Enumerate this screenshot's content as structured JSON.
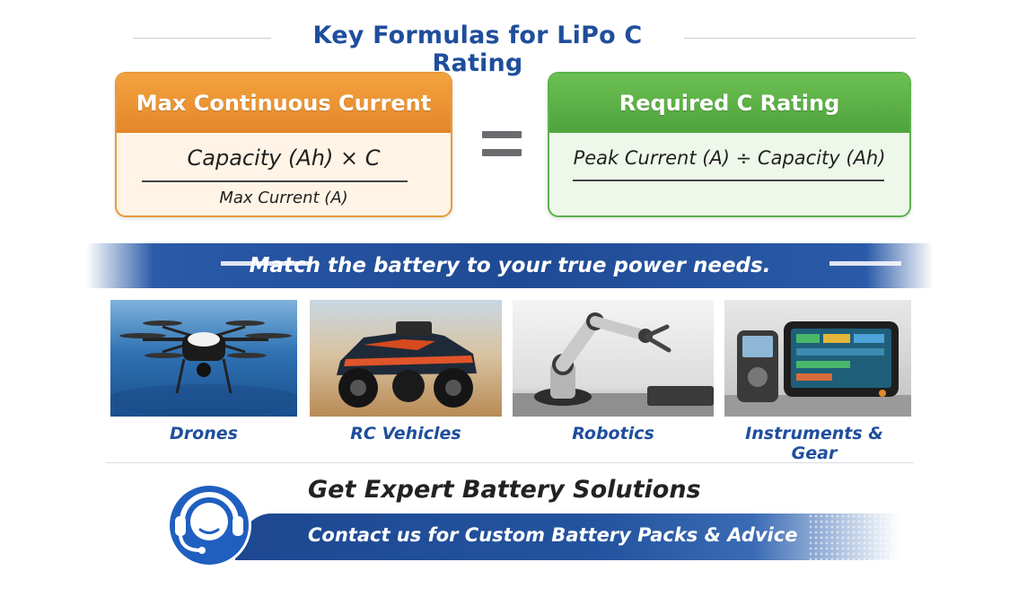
{
  "title": "Key Formulas for LiPo C Rating",
  "formula_left": {
    "heading": "Max Continuous Current",
    "numerator": "Capacity (Ah) × C",
    "denominator": "Max Current (A)"
  },
  "equals_symbol": "=",
  "formula_right": {
    "heading": "Required C Rating",
    "expression": "Peak Current (A) ÷ Capacity (Ah)"
  },
  "banner": {
    "tagline": "Match the battery to your true power needs."
  },
  "applications": [
    {
      "label": "Drones",
      "icon": "drone-image"
    },
    {
      "label": "RC Vehicles",
      "icon": "rc-car-image"
    },
    {
      "label": "Robotics",
      "icon": "robot-arm-image"
    },
    {
      "label": "Instruments & Gear",
      "icon": "instruments-image"
    }
  ],
  "contact": {
    "title": "Get Expert Battery Solutions",
    "subtitle": "Contact us for Custom Battery Packs & Advice",
    "icon": "headset-support-icon"
  },
  "colors": {
    "title_blue": "#1f4e9c",
    "orange": "#e89a3c",
    "green": "#5ab34a",
    "banner_blue": "#1f4a95"
  }
}
